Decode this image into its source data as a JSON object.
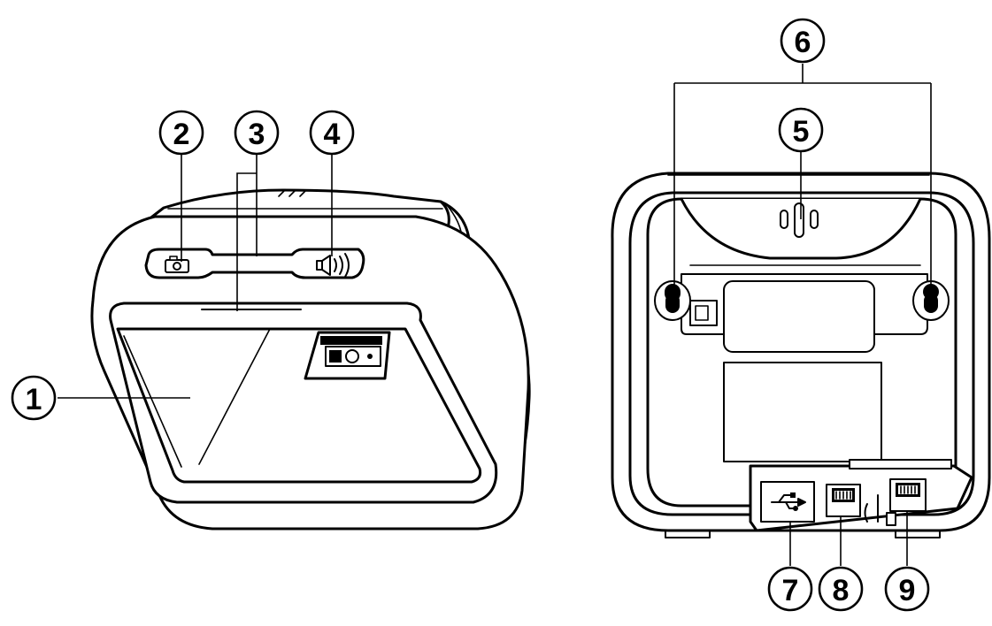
{
  "callouts": [
    {
      "id": "1",
      "label": "1"
    },
    {
      "id": "2",
      "label": "2"
    },
    {
      "id": "3",
      "label": "3"
    },
    {
      "id": "4",
      "label": "4"
    },
    {
      "id": "5",
      "label": "5"
    },
    {
      "id": "6",
      "label": "6"
    },
    {
      "id": "7",
      "label": "7"
    },
    {
      "id": "8",
      "label": "8"
    },
    {
      "id": "9",
      "label": "9"
    }
  ],
  "icons": {
    "camera_button": "camera-icon",
    "volume_button": "speaker-icon",
    "usb_port": "usb-icon"
  }
}
